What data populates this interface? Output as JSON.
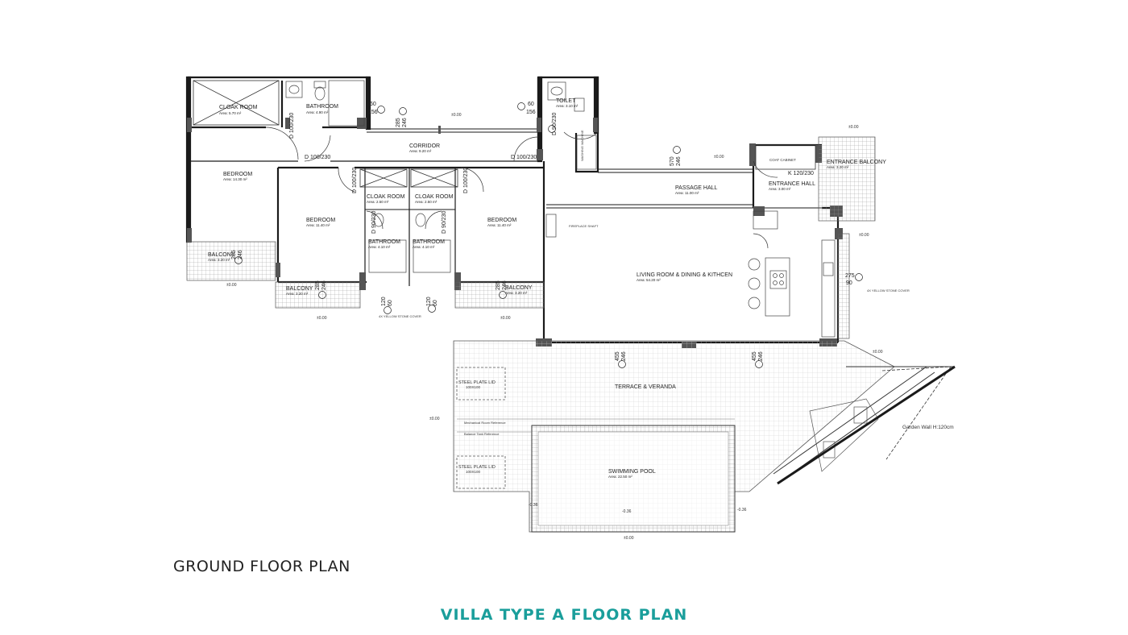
{
  "plan_title": "GROUND FLOOR PLAN",
  "caption": "VILLA TYPE A FLOOR PLAN",
  "colors": {
    "caption": "#1a9e9b",
    "wall": "#1a1a1a",
    "column": "#555555",
    "hatch": "#8a8a8a"
  },
  "rooms": [
    {
      "key": "cloak1",
      "name": "CLOAK ROOM",
      "area": "Area: 5.70 m²"
    },
    {
      "key": "bath1",
      "name": "BATHROOM",
      "area": "Area: 4.90 m²"
    },
    {
      "key": "toilet",
      "name": "TOILET",
      "area": "Area: 3.10 m²"
    },
    {
      "key": "corridor",
      "name": "CORRIDOR",
      "area": "Area: 9.20 m²"
    },
    {
      "key": "bed1",
      "name": "BEDROOM",
      "area": "Area: 14.30 m²"
    },
    {
      "key": "cloak2",
      "name": "CLOAK ROOM",
      "area": "Area: 2.50 m²"
    },
    {
      "key": "cloak3",
      "name": "CLOAK ROOM",
      "area": "Area: 2.50 m²"
    },
    {
      "key": "bed2",
      "name": "BEDROOM",
      "area": "Area: 11.40 m²"
    },
    {
      "key": "bed3",
      "name": "BEDROOM",
      "area": "Area: 11.40 m²"
    },
    {
      "key": "bath2",
      "name": "BATHROOM",
      "area": "Area: 4.10 m²"
    },
    {
      "key": "bath3",
      "name": "BATHROOM",
      "area": "Area: 4.10 m²"
    },
    {
      "key": "balc1",
      "name": "BALCONY",
      "area": "Area: 3.20 m²"
    },
    {
      "key": "balc2",
      "name": "BALCONY",
      "area": "Area: 3.20 m²"
    },
    {
      "key": "balc3",
      "name": "BALCONY",
      "area": "Area: 3.20 m²"
    },
    {
      "key": "passage",
      "name": "PASSAGE HALL",
      "area": "Area: 11.00 m²"
    },
    {
      "key": "entbalc",
      "name": "ENTRANCE BALCONY",
      "area": "Area: 3.20 m²"
    },
    {
      "key": "enthall",
      "name": "ENTRANCE HALL",
      "area": "Area: 3.00 m²"
    },
    {
      "key": "living",
      "name": "LIVING ROOM & DINING & KITHCEN",
      "area": "Area: 54.20 m²"
    },
    {
      "key": "terrace",
      "name": "TERRACE & VERANDA",
      "area": ""
    },
    {
      "key": "pool",
      "name": "SWIMMING POOL",
      "area": "Area: 22.50 m²"
    }
  ],
  "doors": [
    {
      "key": "d_bath1",
      "text": "D 100/230"
    },
    {
      "key": "d_bed1",
      "text": "D 100/230"
    },
    {
      "key": "d_bed2",
      "text": "D 100/230"
    },
    {
      "key": "d_bed3",
      "text": "D 100/230"
    },
    {
      "key": "d_toilet",
      "text": "D 90/230"
    },
    {
      "key": "d_corr",
      "text": "D 100/230"
    },
    {
      "key": "d_b2",
      "text": "D 90/230"
    },
    {
      "key": "d_b3",
      "text": "D 90/230"
    },
    {
      "key": "k_ent",
      "text": "K 120/230"
    }
  ],
  "labels": {
    "plate1": "STEEL PLATE LID",
    "plate1_size": "100X100",
    "plate2": "STEEL PLATE LID",
    "plate2_size": "100X100",
    "garden_wall": "Garden Wall H:120cm",
    "coat_cabinet": "COAT CABINET",
    "fireplace": "FIREPLACE SHAFT",
    "washing": "WASHING MACHINE",
    "stone1": "4X YELLOW STONE COVER",
    "stone2": "4X YELLOW STONE COVER",
    "mech": "Mechanical Room Reference",
    "balance": "Balance Tank Reference",
    "level": "±0.00",
    "level_minus": "-0.36"
  },
  "dimensions": {
    "w1_top": "60",
    "w1_bot": "156",
    "w2_top": "60",
    "w2_bot": "156",
    "corr_top": "285",
    "corr_bot": "246",
    "pass_top": "570",
    "pass_bot": "246",
    "bal_top": "285",
    "bal_bot": "246",
    "bal2_top": "285",
    "bal2_bot": "246",
    "bal3_top": "285",
    "bal3_bot": "246",
    "liv_top": "275",
    "liv_bot": "90",
    "ter1_top": "455",
    "ter1_bot": "246",
    "ter2_top": "455",
    "ter2_bot": "246",
    "bw1_top": "120",
    "bw1_bot": "60",
    "bw2_top": "120",
    "bw2_bot": "60"
  }
}
